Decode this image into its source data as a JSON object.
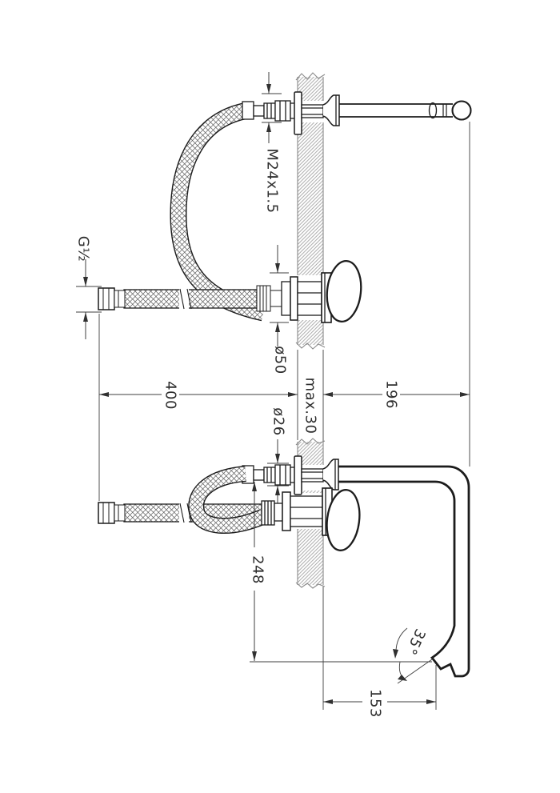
{
  "drawing": {
    "kind": "wall-mounted basin mixer installation drawing",
    "views": {
      "upper": "plan view through wall section",
      "lower": "side elevation through wall section"
    },
    "colors": {
      "line": "#1c1c1c",
      "dimension": "#3f3f3f",
      "hatch": "#a3a3a3",
      "background": "#ffffff"
    },
    "dimensions": {
      "spout_thread": "M24x1.5",
      "hose_thread": "G½",
      "escutcheon_diameter": "ø50",
      "hose_length": "400",
      "wall_thickness": "max.30",
      "spout_tube_diameter": "ø26",
      "spout_projection": "196",
      "spout_drop_height": "248",
      "outlet_angle": "35°",
      "outlet_reach": "153"
    }
  }
}
